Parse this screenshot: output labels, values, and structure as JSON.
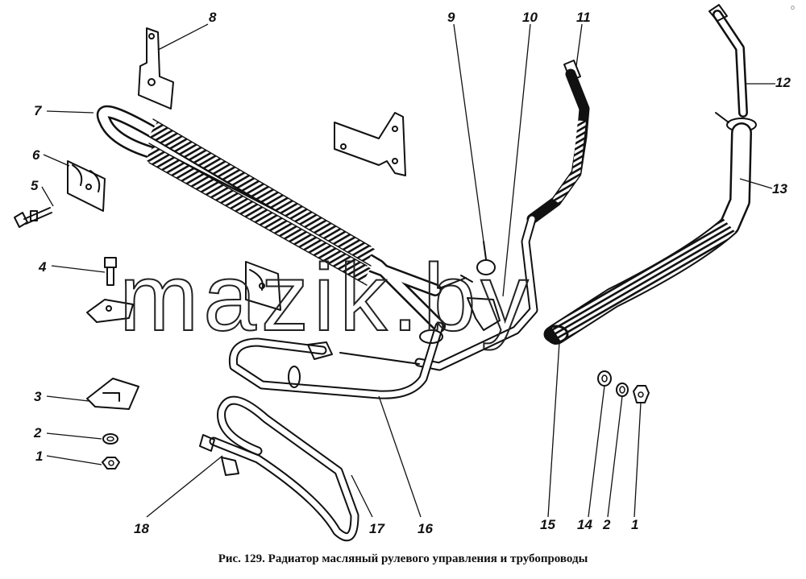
{
  "caption": "Рис. 129. Радиатор масляный рулевого управления и трубопроводы",
  "watermark": "mazik.by",
  "corner_mark": "o",
  "callouts": [
    {
      "id": "8",
      "label": "8"
    },
    {
      "id": "9",
      "label": "9"
    },
    {
      "id": "10",
      "label": "10"
    },
    {
      "id": "11",
      "label": "11"
    },
    {
      "id": "12",
      "label": "12"
    },
    {
      "id": "13",
      "label": "13"
    },
    {
      "id": "7",
      "label": "7"
    },
    {
      "id": "6",
      "label": "6"
    },
    {
      "id": "5",
      "label": "5"
    },
    {
      "id": "4",
      "label": "4"
    },
    {
      "id": "3",
      "label": "3"
    },
    {
      "id": "2a",
      "label": "2"
    },
    {
      "id": "1a",
      "label": "1"
    },
    {
      "id": "18",
      "label": "18"
    },
    {
      "id": "17",
      "label": "17"
    },
    {
      "id": "16",
      "label": "16"
    },
    {
      "id": "15",
      "label": "15"
    },
    {
      "id": "14",
      "label": "14"
    },
    {
      "id": "2b",
      "label": "2"
    },
    {
      "id": "1b",
      "label": "1"
    }
  ]
}
